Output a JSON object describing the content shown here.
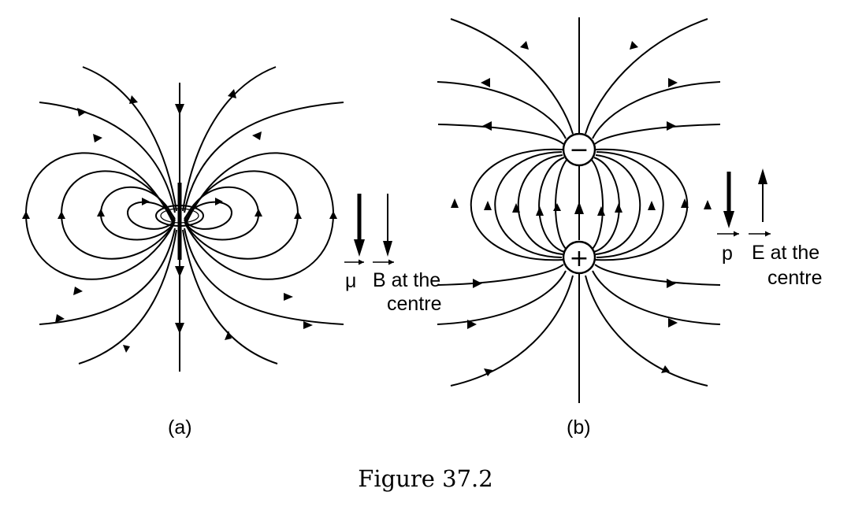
{
  "figure": {
    "caption": "Figure 37.2",
    "panel_a": {
      "label": "(a)",
      "moment_symbol": "μ",
      "field_label_line1": "B at the",
      "field_label_line2": "centre"
    },
    "panel_b": {
      "label": "(b)",
      "negative_sign": "−",
      "positive_sign": "+",
      "moment_symbol": "p",
      "field_label_line1": "E at the",
      "field_label_line2": "centre"
    }
  }
}
